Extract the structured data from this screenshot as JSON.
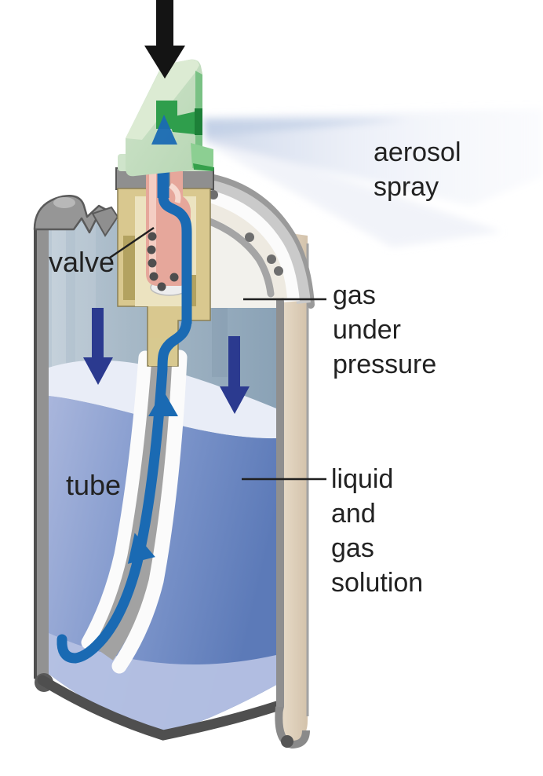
{
  "diagram": {
    "title": "Aerosol spray can cutaway diagram",
    "labels": {
      "aerosol_spray": "aerosol\nspray",
      "valve": "valve",
      "gas_under_pressure": "gas\nunder\npressure",
      "tube": "tube",
      "liquid_gas_solution": "liquid\nand\ngas\nsolution"
    },
    "arrows": {
      "press_down_arrow": "finger pressing nozzle down",
      "gas_pressure_arrows": "gas pushing down on liquid (2 navy arrows)",
      "flow_arrows": "liquid flowing up the tube and out of the nozzle (blue arrows)"
    },
    "colors": {
      "press_arrow_black": "#141414",
      "flow_blue": "#1a6ab3",
      "pressure_navy": "#2b3a8f",
      "nozzle_green": "#c6dfc1",
      "nozzle_channel_green": "#2f9e4c",
      "valve_pink": "#e6a79b",
      "housing_tan": "#d9c88f",
      "gas_slate": "#8ba3b6",
      "liquid_blue": "#5f7dba",
      "can_wall_gray": "#8f8f8f",
      "outer_wall_tan": "#e2d5c1",
      "spray_mist": "#ccd6ea",
      "label_text": "#222222"
    }
  }
}
